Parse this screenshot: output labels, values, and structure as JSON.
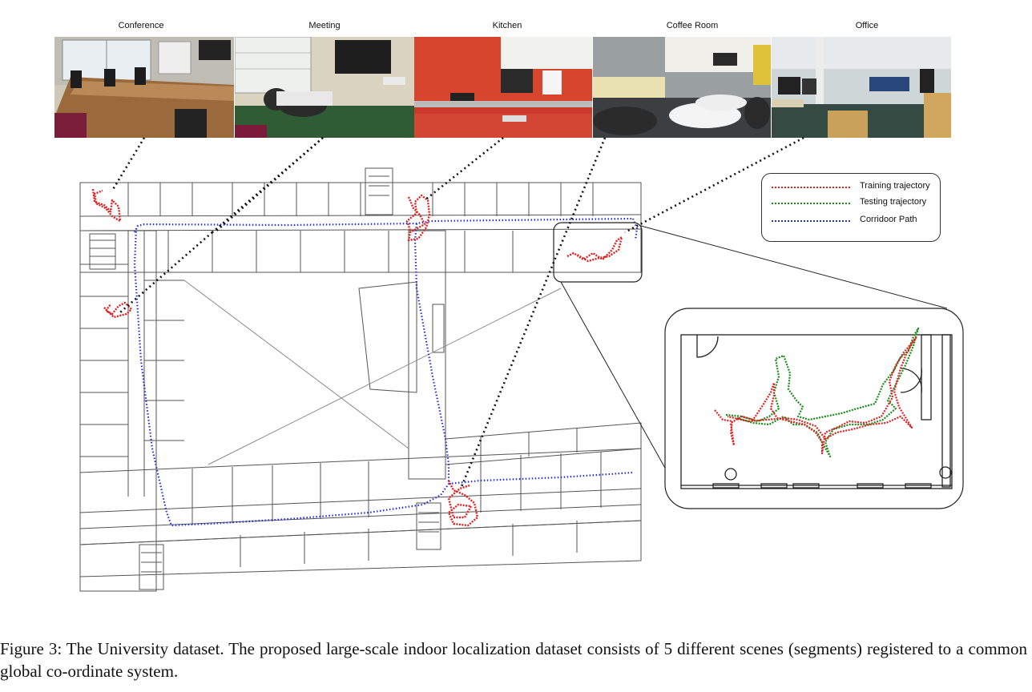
{
  "scenes": [
    {
      "label": "Conference"
    },
    {
      "label": "Meeting"
    },
    {
      "label": "Kitchen"
    },
    {
      "label": "Coffee Room"
    },
    {
      "label": "Office"
    }
  ],
  "legend": {
    "items": [
      {
        "label": "Training trajectory",
        "color": "#e02020"
      },
      {
        "label": "Testing trajectory",
        "color": "#1a8a1a"
      },
      {
        "label": "Corridoor Path",
        "color": "#1f2fd0"
      }
    ]
  },
  "colors": {
    "training": "#e02020",
    "testing": "#1a8a1a",
    "corridor": "#1f2fd0",
    "floorplan_line": "#555555"
  },
  "caption": "Figure 3: The University dataset. The proposed large-scale indoor localization dataset consists of 5 different scenes (segments) registered to a common global co-ordinate system."
}
